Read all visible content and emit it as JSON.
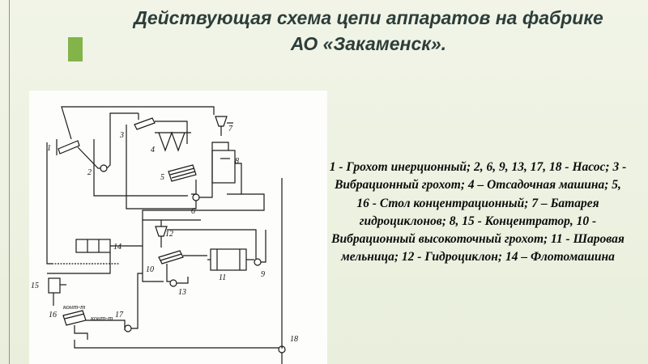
{
  "slide": {
    "title_line1": "Действующая схема цепи аппаратов на фабрике",
    "title_line2": "АО «Закаменск».",
    "legend": "1 - Грохот инерционный; 2, 6, 9, 13, 17, 18 - Насос; 3 - Вибрационный грохот; 4 – Отсадочная машина; 5, 16 - Стол концентрационный; 7 – Батарея гидроциклонов; 8, 15 - Концентратор, 10 - Вибрационный высокоточный грохот; 11 - Шаровая мельница; 12 - Гидроциклон; 14 – Флотомашина"
  },
  "diagram": {
    "labels": {
      "n1": "1",
      "n2": "2",
      "n3": "3",
      "n4": "4",
      "n5": "5",
      "n6": "6",
      "n7": "7",
      "n8": "8",
      "n9": "9",
      "n10": "10",
      "n11": "11",
      "n12": "12",
      "n13": "13",
      "n14": "14",
      "n15": "15",
      "n16": "16",
      "n17": "17",
      "n18": "18",
      "kont1": "конт-т",
      "kont2": "конт-т"
    }
  },
  "colors": {
    "accent": "#82b44a",
    "title": "#2d3d3a",
    "line": "#1a1a1a"
  }
}
